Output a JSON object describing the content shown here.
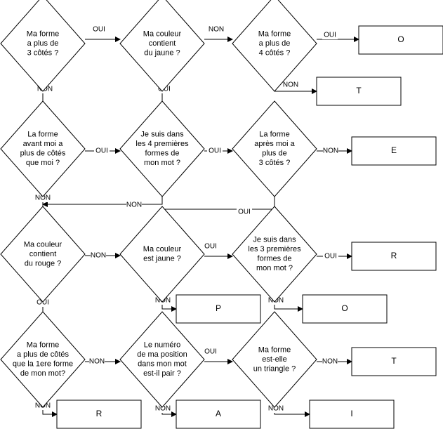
{
  "decisions": {
    "d1": [
      "Ma forme",
      "a plus de",
      "3 côtés ?"
    ],
    "d2": [
      "Ma couleur",
      "contient",
      "du jaune ?"
    ],
    "d3": [
      "Ma forme",
      "a plus de",
      "4 côtés ?"
    ],
    "d4": [
      "La forme",
      "avant moi a",
      "plus de côtés",
      "que moi ?"
    ],
    "d5": [
      "Je suis dans",
      "les 4 premières",
      "formes de",
      "mon mot ?"
    ],
    "d6": [
      "La forme",
      "après moi a",
      "plus de",
      "3 côtés ?"
    ],
    "d7": [
      "Ma couleur",
      "contient",
      "du rouge ?"
    ],
    "d8": [
      "Ma couleur",
      "est jaune ?"
    ],
    "d9": [
      "Je suis dans",
      "les 3 premières",
      "formes de",
      "mon mot ?"
    ],
    "d10": [
      "Ma forme",
      "a plus de côtés",
      "que la 1ere forme",
      "de mon mot?"
    ],
    "d11": [
      "Le numéro",
      "de ma position",
      "dans mon mot",
      "est-il pair ?"
    ],
    "d12": [
      "Ma forme",
      "est-elle",
      "un triangle ?"
    ]
  },
  "results": {
    "r_o1": "O",
    "r_t1": "T",
    "r_e": "E",
    "r_r1": "R",
    "r_p": "P",
    "r_o2": "O",
    "r_t2": "T",
    "r_r2": "R",
    "r_a": "A",
    "r_i": "I"
  },
  "edge_labels": {
    "e1": "OUI",
    "e2": "NON",
    "e3": "OUI",
    "e4": "NON",
    "e5": "NON",
    "e6": "OUI",
    "e7": "OUI",
    "e8": "OUI",
    "e9": "NON",
    "e10": "NON",
    "e11": "NON",
    "e12": "OUI",
    "e13": "NON",
    "e14": "NON",
    "e15": "OUI",
    "e16": "NON",
    "e17": "OUI",
    "e18": "NON",
    "e19": "OUI",
    "e20": "OUI",
    "e21": "NON",
    "e22": "NON",
    "e23": "NON",
    "e24": "NON",
    "e25": "OUI",
    "e26": "OUI",
    "e27": "NON"
  }
}
